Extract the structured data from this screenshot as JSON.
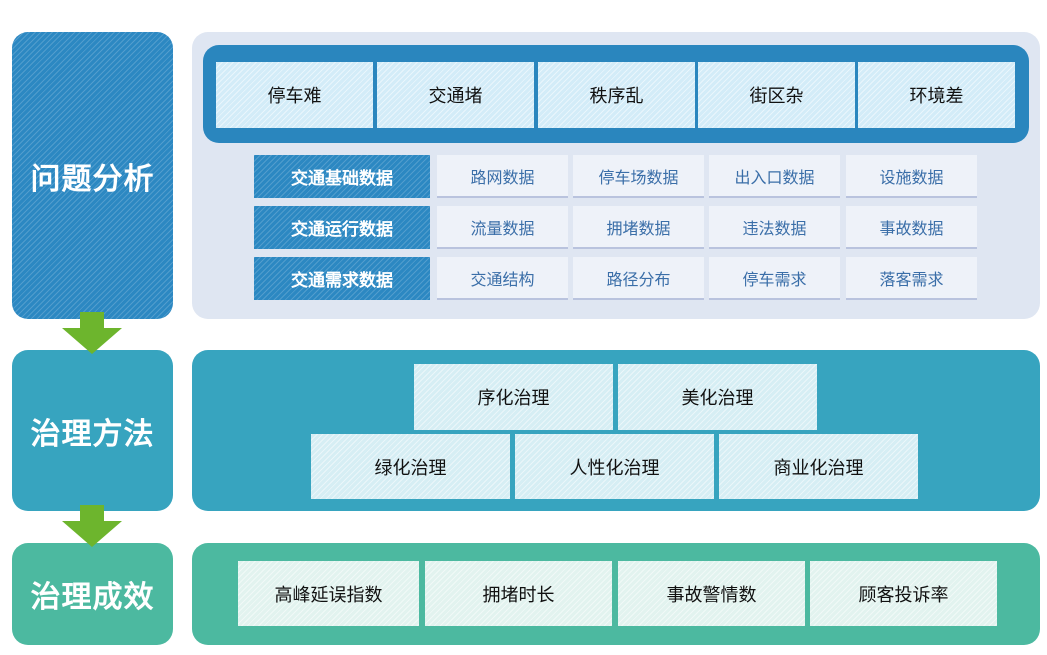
{
  "stages": [
    {
      "label": "问题分析",
      "color": "#2c88c2"
    },
    {
      "label": "治理方法",
      "color": "#37a4bf"
    },
    {
      "label": "治理成效",
      "color": "#4cb9a0"
    }
  ],
  "arrow_color": "#6db52d",
  "problems": [
    "停车难",
    "交通堵",
    "秩序乱",
    "街区杂",
    "环境差"
  ],
  "data_rows": [
    {
      "label": "交通基础数据",
      "items": [
        "路网数据",
        "停车场数据",
        "出入口数据",
        "设施数据"
      ]
    },
    {
      "label": "交通运行数据",
      "items": [
        "流量数据",
        "拥堵数据",
        "违法数据",
        "事故数据"
      ]
    },
    {
      "label": "交通需求数据",
      "items": [
        "交通结构",
        "路径分布",
        "停车需求",
        "落客需求"
      ]
    }
  ],
  "methods": {
    "top": [
      "序化治理",
      "美化治理"
    ],
    "bottom": [
      "绿化治理",
      "人性化治理",
      "商业化治理"
    ]
  },
  "outcomes": [
    "高峰延误指数",
    "拥堵时长",
    "事故警情数",
    "顾客投诉率"
  ]
}
